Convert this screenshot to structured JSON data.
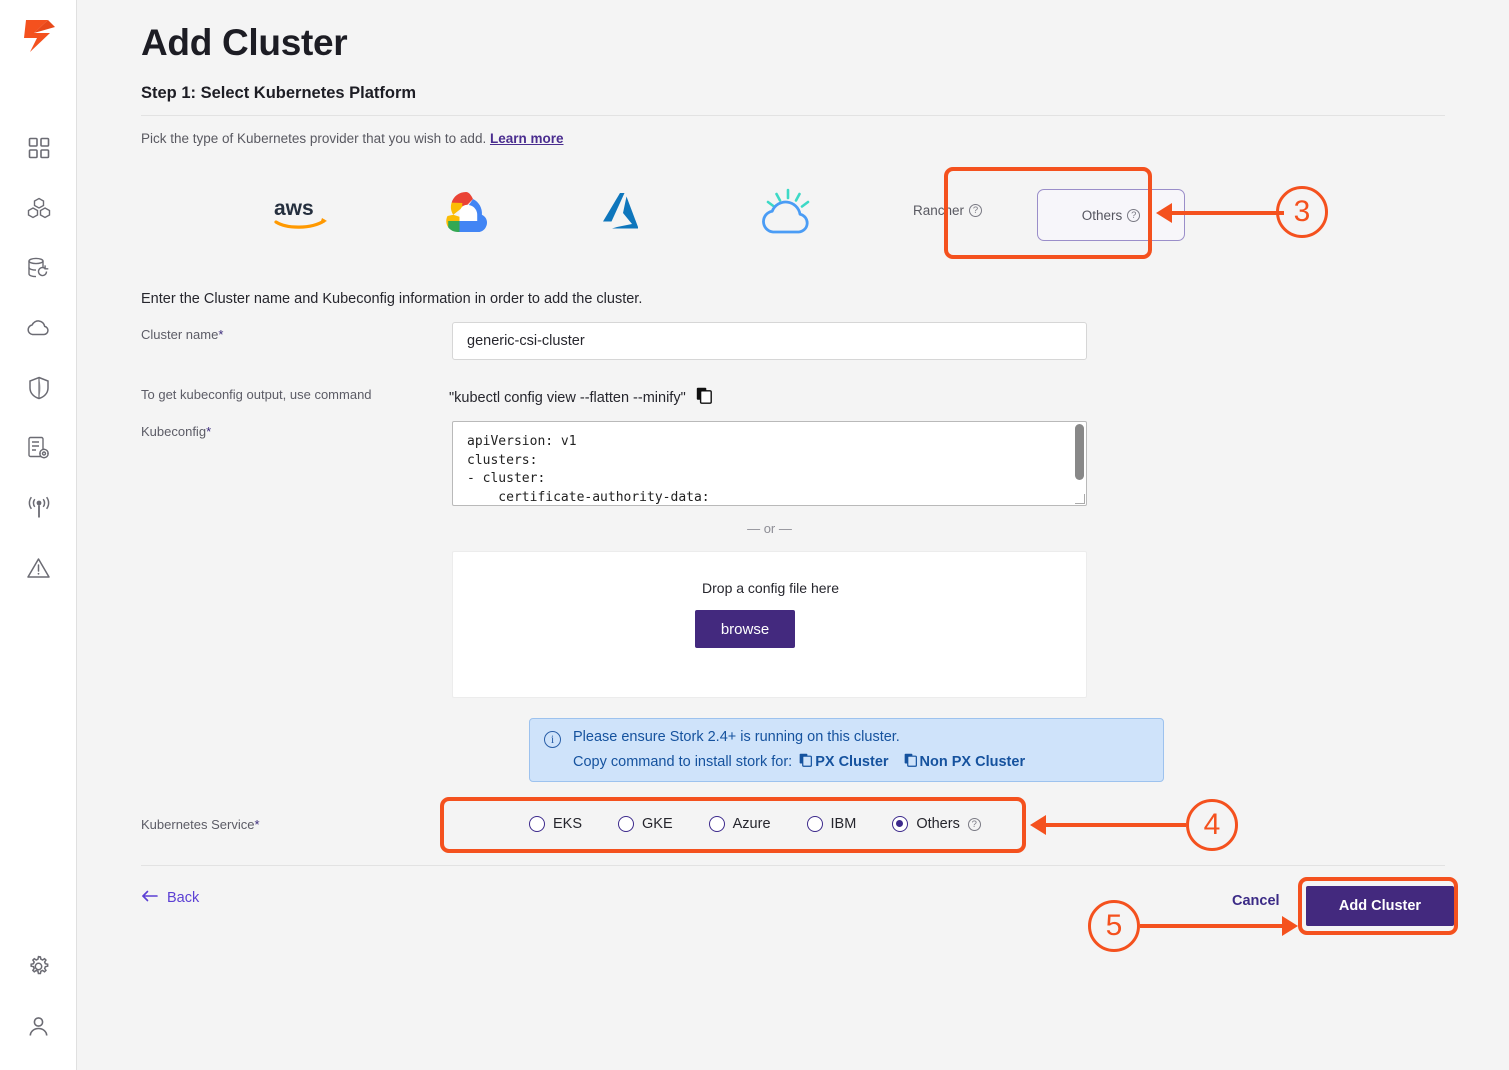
{
  "sidebar": {
    "logo_name": "portworx-logo",
    "items": [
      {
        "icon": "dashboard-grid-icon",
        "name": "sidebar-item-dashboard"
      },
      {
        "icon": "clusters-cubes-icon",
        "name": "sidebar-item-clusters"
      },
      {
        "icon": "backup-database-icon",
        "name": "sidebar-item-backup"
      },
      {
        "icon": "cloud-icon",
        "name": "sidebar-item-cloud"
      },
      {
        "icon": "shield-icon",
        "name": "sidebar-item-security"
      },
      {
        "icon": "report-settings-icon",
        "name": "sidebar-item-reports"
      },
      {
        "icon": "broadcast-antenna-icon",
        "name": "sidebar-item-monitoring"
      },
      {
        "icon": "warning-triangle-icon",
        "name": "sidebar-item-alerts"
      }
    ],
    "bottom_items": [
      {
        "icon": "gear-icon",
        "name": "sidebar-item-settings"
      },
      {
        "icon": "user-icon",
        "name": "sidebar-item-account"
      }
    ]
  },
  "header": {
    "title": "Add Cluster",
    "step": "Step 1: Select Kubernetes Platform",
    "subtitle": "Pick the type of Kubernetes provider that you wish to add.",
    "learn_more": "Learn more"
  },
  "providers": {
    "aws_label": "aws",
    "gcp_label": "Google Cloud",
    "azure_label": "Azure",
    "ibm_label": "IBM Cloud",
    "rancher_label": "Rancher",
    "others_label": "Others",
    "help_glyph": "?"
  },
  "form": {
    "intro": "Enter the Cluster name and Kubeconfig information in order to add the cluster.",
    "cluster_name_label": "Cluster name",
    "cluster_name_value": "generic-csi-cluster",
    "cluster_name_placeholder": "Cluster name",
    "required_mark": "*",
    "kubeconfig_cmd_label": "To get kubeconfig output, use command",
    "kubeconfig_cmd_value": "\"kubectl config view --flatten --minify\"",
    "kubeconfig_label": "Kubeconfig",
    "kubeconfig_value": "apiVersion: v1\nclusters:\n- cluster:\n    certificate-authority-data:",
    "or_divider": "— or —",
    "drop_text": "Drop a config file here",
    "browse_label": "browse"
  },
  "info": {
    "line1": "Please ensure Stork 2.4+ is running on this cluster.",
    "line2_prefix": "Copy command to install stork for:",
    "px_cluster": "PX Cluster",
    "non_px_cluster": "Non PX Cluster"
  },
  "service": {
    "label": "Kubernetes Service",
    "required_mark": "*",
    "options": [
      {
        "label": "EKS",
        "selected": false,
        "help": false
      },
      {
        "label": "GKE",
        "selected": false,
        "help": false
      },
      {
        "label": "Azure",
        "selected": false,
        "help": false
      },
      {
        "label": "IBM",
        "selected": false,
        "help": false
      },
      {
        "label": "Others",
        "selected": true,
        "help": true
      }
    ]
  },
  "footer": {
    "back_label": "Back",
    "cancel_label": "Cancel",
    "add_cluster_label": "Add Cluster"
  },
  "annotations": {
    "color": "#f4511e",
    "markers": [
      {
        "number": "3",
        "target": "others-platform-button"
      },
      {
        "number": "4",
        "target": "kubernetes-service-radio-group"
      },
      {
        "number": "5",
        "target": "add-cluster-button"
      }
    ]
  }
}
